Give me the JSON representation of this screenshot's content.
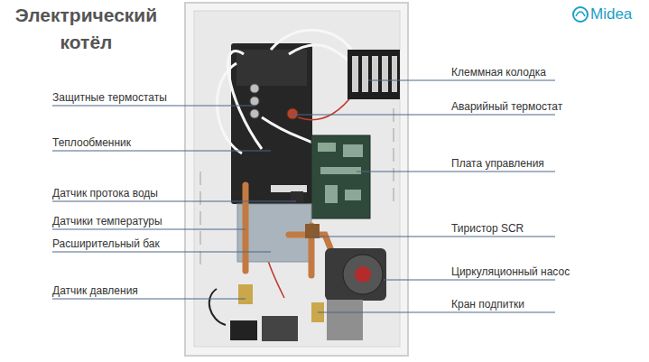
{
  "diagram": {
    "title": "Электрический котёл",
    "labels": [
      "Midea",
      "Клеммная колодка",
      "Защитные термостаты",
      "Аварийный термостат",
      "Теплообменник",
      "Плата управления",
      "Датчик протока воды",
      "Датчики температуры",
      "Тиристор SCR",
      "Расширительный бак",
      "Циркуляционный насос",
      "Датчик давления",
      "Кран подпитки"
    ]
  }
}
